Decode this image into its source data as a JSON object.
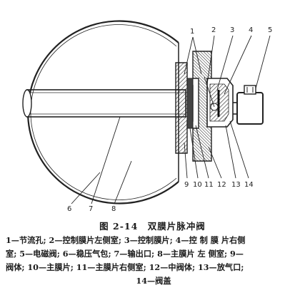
{
  "figure": {
    "callouts": [
      "1",
      "2",
      "3",
      "4",
      "5",
      "6",
      "7",
      "8",
      "9",
      "10",
      "11",
      "12",
      "13",
      "14"
    ],
    "caption": "图 2-14　双膜片脉冲阀",
    "legend_lines": [
      "1—节流孔; 2—控制膜片左侧室; 3—控制膜片; 4—控 制 膜 片右侧",
      "室; 5—电磁阀; 6—稳压气包; 7—输出口; 8—主膜片 左 侧室; 9—",
      "阀体; 10—主膜片; 11—主膜片右侧室; 12—中阀体; 13—放气口;",
      "14—阀盖"
    ]
  }
}
